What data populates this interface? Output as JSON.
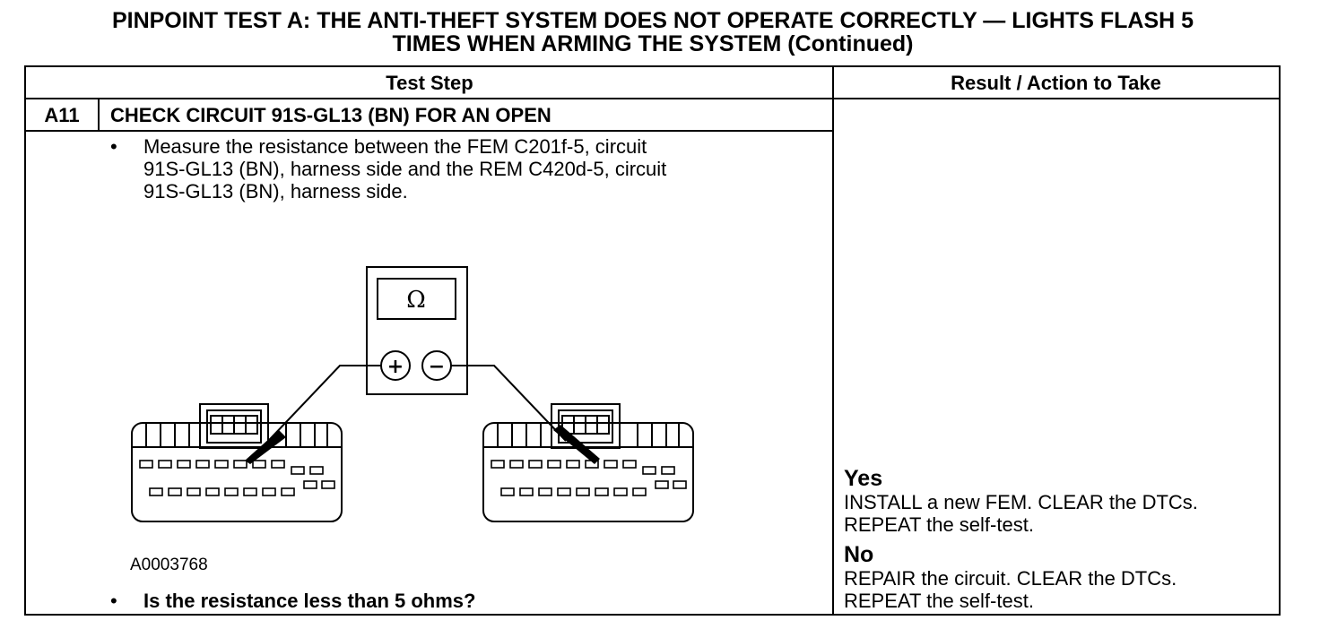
{
  "title": {
    "line1": "PINPOINT TEST  A: THE ANTI-THEFT SYSTEM DOES NOT OPERATE CORRECTLY — LIGHTS FLASH 5",
    "line2": "TIMES WHEN ARMING THE SYSTEM (Continued)"
  },
  "table": {
    "header_step": "Test Step",
    "header_result": "Result / Action to Take"
  },
  "step": {
    "id": "A11",
    "title": "CHECK CIRCUIT 91S-GL13 (BN) FOR AN OPEN",
    "bullet1": {
      "line1": "Measure the resistance between the FEM C201f-5, circuit",
      "line2": "91S-GL13 (BN), harness side and the REM C420d-5, circuit",
      "line3": "91S-GL13 (BN), harness side."
    },
    "figure_id": "A0003768",
    "question": "Is the resistance less than 5 ohms?",
    "meter_symbol": "Ω",
    "plus_symbol": "+",
    "minus_symbol": "−"
  },
  "results": {
    "yes_label": "Yes",
    "yes_line1": "INSTALL a new FEM. CLEAR the DTCs.",
    "yes_line2": "REPEAT the self-test.",
    "no_label": "No",
    "no_line1": "REPAIR the circuit. CLEAR the DTCs.",
    "no_line2": "REPEAT the self-test."
  },
  "bullet_char": "•"
}
